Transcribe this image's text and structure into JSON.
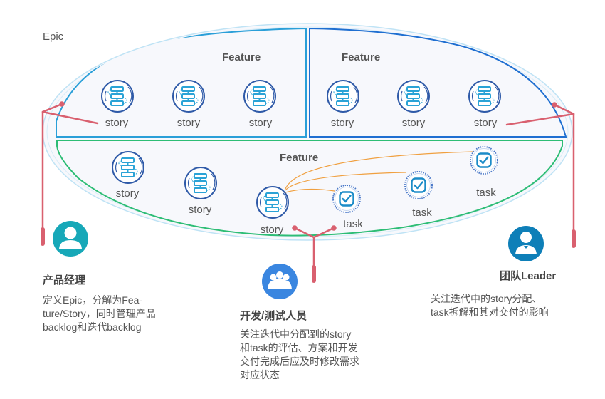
{
  "colors": {
    "epic_outline": "#bfe3f5",
    "feature1_outline": "#2a9fd8",
    "feature2_outline": "#1f6fd1",
    "feature3_outline": "#2dbd75",
    "region_fill": "#f7f8fc",
    "connector": "#d9606f",
    "task_link": "#f0a040",
    "story_ring": "#2f5aa8",
    "story_inner": "#2aa3d6",
    "pm_avatar": "#17a8b8",
    "dev_avatar": "#3a86e0",
    "leader_avatar": "#0e7fb8"
  },
  "epic": {
    "label": "Epic"
  },
  "features": [
    {
      "label": "Feature",
      "stories": [
        {
          "label": "story",
          "icon": "story-icon"
        },
        {
          "label": "story",
          "icon": "story-icon"
        },
        {
          "label": "story",
          "icon": "story-icon"
        }
      ]
    },
    {
      "label": "Feature",
      "stories": [
        {
          "label": "story",
          "icon": "story-icon"
        },
        {
          "label": "story",
          "icon": "story-icon"
        },
        {
          "label": "story",
          "icon": "story-icon"
        }
      ]
    },
    {
      "label": "Feature",
      "stories": [
        {
          "label": "story",
          "icon": "story-icon"
        },
        {
          "label": "story",
          "icon": "story-icon"
        },
        {
          "label": "story",
          "icon": "story-icon"
        }
      ],
      "tasks": [
        {
          "label": "task",
          "icon": "task-check-icon"
        },
        {
          "label": "task",
          "icon": "task-check-icon"
        },
        {
          "label": "task",
          "icon": "task-check-icon"
        }
      ]
    }
  ],
  "roles": [
    {
      "id": "product-manager",
      "icon": "person-icon",
      "title": "产品经理",
      "description": "定义Epic，分解为Fea-ture/Story，同时管理产品backlog和迭代backlog",
      "description_lines": [
        "定义Epic，分解为Fea-",
        "ture/Story，同时管理产品",
        "backlog和迭代backlog"
      ]
    },
    {
      "id": "dev-test",
      "icon": "group-icon",
      "title": "开发/测试人员",
      "description_lines": [
        "关注迭代中分配到的story",
        "和task的评估、方案和开发",
        "交付完成后应及时修改需求",
        "对应状态"
      ]
    },
    {
      "id": "team-leader",
      "icon": "leader-icon",
      "title": "团队Leader",
      "description_lines": [
        "关注迭代中的story分配、",
        "task拆解和其对交付的影响"
      ]
    }
  ]
}
